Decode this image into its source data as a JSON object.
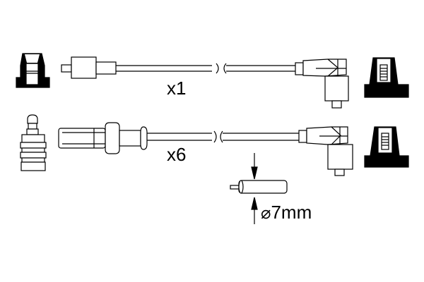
{
  "diagram": {
    "type": "ignition-lead-set",
    "stroke_color": "#000000",
    "fill_color": "#ffffff",
    "lead_rows": [
      {
        "quantity_label": "x1",
        "left_end": "straight-coil-connector",
        "right_end": "angled-spark-plug-boot",
        "left_cap": "terminal-nut",
        "right_cap": "rubber-boot-cap"
      },
      {
        "quantity_label": "x6",
        "left_end": "straight-distributor-connector",
        "right_end": "angled-spark-plug-boot",
        "left_cap": "ribbed-terminal-pin",
        "right_cap": "rubber-boot-cap"
      }
    ],
    "cable_detail": {
      "diameter_symbol": "⌀",
      "diameter_label": "7mm"
    }
  }
}
